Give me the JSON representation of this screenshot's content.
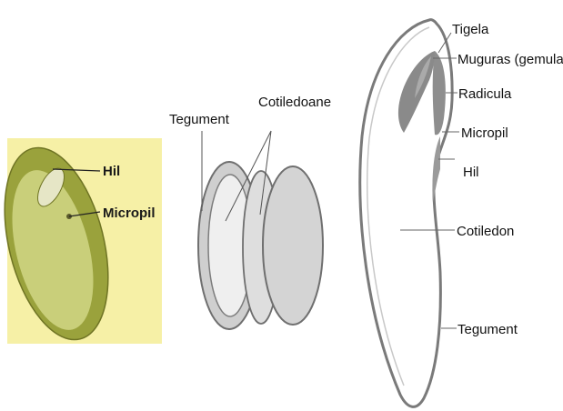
{
  "panel1": {
    "labels": {
      "hil": "Hil",
      "micropil": "Micropil"
    },
    "colors": {
      "background": "#f6f0a6",
      "seed_coat": "#9aa23c",
      "seed_inner": "#c9cf7a"
    }
  },
  "panel2": {
    "labels": {
      "tegument": "Tegument",
      "cotiledoane": "Cotiledoane"
    },
    "colors": {
      "outline": "#6f6f6f",
      "fill": "#d4d4d4",
      "inner": "#efefef"
    }
  },
  "panel3": {
    "labels": {
      "tigela": "Tigela",
      "muguras": "Muguras (gemula)",
      "radicula": "Radicula",
      "micropil": "Micropil",
      "hil": "Hil",
      "cotiledon": "Cotiledon",
      "tegument": "Tegument"
    },
    "colors": {
      "outline": "#7a7a7a",
      "embryo": "#8e8e8e"
    }
  }
}
